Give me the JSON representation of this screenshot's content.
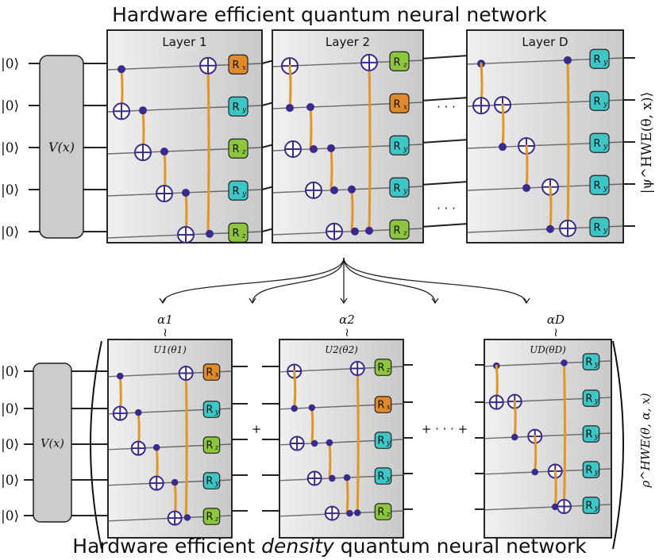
{
  "top": {
    "title": "Hardware efficient quantum neural network",
    "encoder": "V(x)",
    "input_state": "|0⟩",
    "output_state": "|ψ^HWE(θ, x)⟩",
    "layers": [
      {
        "label": "Layer 1",
        "gates": [
          {
            "axis": "x",
            "color": "#e08a2c"
          },
          {
            "axis": "y",
            "color": "#3ec6c6"
          },
          {
            "axis": "z",
            "color": "#8cc63f"
          },
          {
            "axis": "y",
            "color": "#3ec6c6"
          },
          {
            "axis": "z",
            "color": "#8cc63f"
          }
        ]
      },
      {
        "label": "Layer 2",
        "gates": [
          {
            "axis": "z",
            "color": "#8cc63f"
          },
          {
            "axis": "x",
            "color": "#e08a2c"
          },
          {
            "axis": "y",
            "color": "#3ec6c6"
          },
          {
            "axis": "y",
            "color": "#3ec6c6"
          },
          {
            "axis": "z",
            "color": "#8cc63f"
          }
        ]
      },
      {
        "label": "Layer D",
        "gates": [
          {
            "axis": "y",
            "color": "#3ec6c6"
          },
          {
            "axis": "y",
            "color": "#3ec6c6"
          },
          {
            "axis": "y",
            "color": "#3ec6c6"
          },
          {
            "axis": "y",
            "color": "#3ec6c6"
          },
          {
            "axis": "y",
            "color": "#3ec6c6"
          }
        ]
      }
    ],
    "ellipsis": "· · ·"
  },
  "bottom": {
    "title_pre": "Hardware efficient ",
    "title_emph": "density",
    "title_post": " quantum neural network",
    "coefficients": [
      "α1",
      "α2",
      "αD"
    ],
    "tilde": "≀",
    "unitaries": [
      "U1(θ1)",
      "U2(θ2)",
      "UD(θD)"
    ],
    "plus": "+",
    "plus_dots": "+ · · · +",
    "output_state": "ρ^HWE(θ, α, x)"
  },
  "gate_letter": "R",
  "colors": {
    "wire": "#222222",
    "cnot": "#3a2a8c",
    "link": "#e0952a",
    "box_border": "#111111"
  }
}
